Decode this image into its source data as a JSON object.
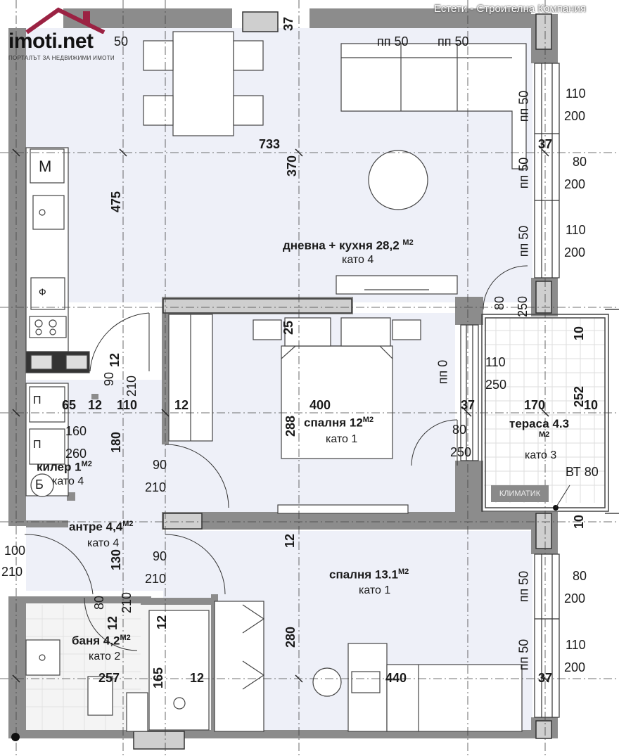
{
  "header": {
    "logo_text": "imoti.net",
    "logo_subtitle": "ПОРТАЛЪТ ЗА НЕДВИЖИМИ ИМОТИ",
    "company": "Естети - Строителна Компания"
  },
  "rooms": {
    "living": {
      "name": "дневна + кухня 28,2",
      "unit": "М2",
      "floor": "като 4"
    },
    "bedroom1": {
      "name": "спалня 12",
      "unit": "М2",
      "floor": "като 1"
    },
    "terrace": {
      "name": "тераса 4.3",
      "unit": "М2",
      "floor": "като 3"
    },
    "pantry": {
      "name": "килер 1",
      "unit": "М2",
      "floor": "като 4"
    },
    "hall": {
      "name": "антре 4,4",
      "unit": "М2",
      "floor": "като 4"
    },
    "bedroom2": {
      "name": "спалня 13.1",
      "unit": "М2",
      "floor": "като 1"
    },
    "bath": {
      "name": "баня 4,2",
      "unit": "М2",
      "floor": "като 2"
    }
  },
  "labels": {
    "klimatik": "КЛИМАТИК",
    "bt80": "ВТ 80",
    "appliance_m": "M",
    "appliance_f": "Ф",
    "appliance_b": "Б",
    "appliance_p1": "П",
    "appliance_p2": "П"
  },
  "dims": {
    "d733": "733",
    "d370": "370",
    "d475": "475",
    "d400": "400",
    "d288": "288",
    "d440": "440",
    "d280": "280",
    "d257": "257",
    "d165": "165",
    "d180": "180",
    "d130": "130",
    "d37a": "37",
    "d37b": "37",
    "d37c": "37",
    "d37d": "37",
    "d25": "25",
    "d12a": "12",
    "d12b": "12",
    "d12c": "12",
    "d12d": "12",
    "d12e": "12",
    "d12f": "12",
    "d12g": "12",
    "d10a": "10",
    "d10b": "10",
    "d10c": "10",
    "d170": "170",
    "d252": "252",
    "d65": "65",
    "d110a": "110",
    "d160": "160",
    "d260": "260",
    "d90a": "90",
    "d210a": "210",
    "d90b": "90",
    "d210b": "210",
    "d90c": "90",
    "d210c": "210",
    "d100": "100",
    "d210d": "210",
    "d80a": "80",
    "d210e": "210",
    "d80b": "80",
    "d250a": "250",
    "d80c": "80",
    "d250b": "250",
    "pp50a": "пп 50",
    "pp50b": "пп 50",
    "pp50c": "пп 50",
    "pp50d": "пп 50",
    "pp50e": "пп 50",
    "pp50f": "пп 50",
    "pp50g": "пп 50",
    "pp0": "пп 0",
    "w110a": "110",
    "w200a": "200",
    "w80a": "80",
    "w200b": "200",
    "w110b": "110",
    "w200c": "200",
    "w110c": "110",
    "w250c": "250",
    "w80b": "80",
    "w200d": "200",
    "w110d": "110",
    "w200e": "200",
    "d50": "50"
  }
}
